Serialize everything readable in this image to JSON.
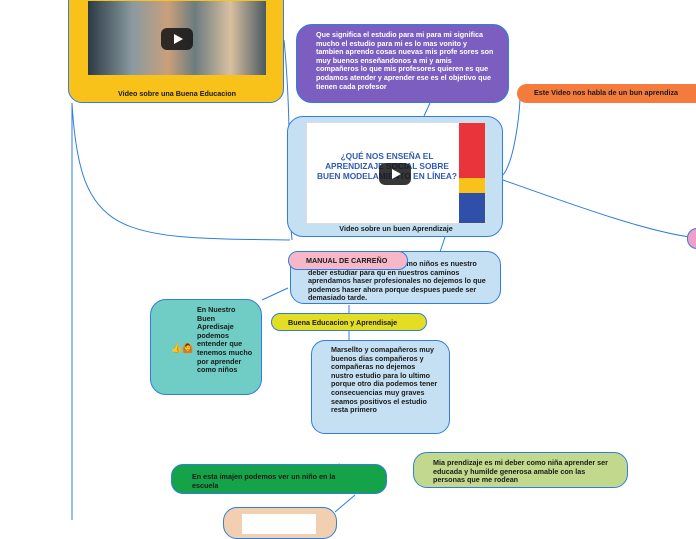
{
  "nodes": {
    "video_buena_educacion": {
      "caption": "Video sobre una Buena Educacion"
    },
    "significa": {
      "text": "Que significa el estudio para mi para mi significa mucho el  estudio para mi es lo mas vonito  y tambien aprendo cosas nuevas mis profe sores son muy buenos enseñandonos a mi y amis compañeros  lo que mis profesores quieren es que podamos atender y aprender ese es el objetivo que tienen  cada profesor"
    },
    "este_video": {
      "text": "Este Video nos habla de un  bun aprendiza"
    },
    "video_aprendizaje": {
      "caption": "Video sobre un buen Aprendizaje",
      "slide_title": "¿QUÉ NOS ENSEÑA EL APRENDIZAJE SOCIAL SOBRE BUEN MODELAMIENTO EN LÍNEA?"
    },
    "manual": {
      "label": "MANUAL DE CARREÑO",
      "text": "En este Video se muestra Como niños es nuestro  deber  estudiar para qu en nuestros caminos aprendamos haser profesionales no  dejemos lo que podemos haser ahora porque despues puede ser demasiado tarde."
    },
    "buena_educacion": {
      "label": "Buena Educacion y Aprendisaje"
    },
    "en_nuestro": {
      "emoji": "👍🙆",
      "text": "En Nuestro Buen Apredisaje podemos entender que tenemos mucho por aprender como niños"
    },
    "marcelito": {
      "text": "Marsellto y comapañeros muy buenos dias compañeros y compañeras  no dejemos nustro estudio para lo ultimo porque otro dia podemos tener consecuencias muy graves  seamos positivos el estudio resta primero"
    },
    "mia_prendizaje": {
      "text": "Mia prendizaje es  mi deber como niña aprender ser educada y humilde generosa amable con las personas que me rodean"
    },
    "imagen": {
      "text": "En esta imajen podemos ver un niño en la escuela"
    }
  },
  "colors": {
    "yellow": "#f9c21a",
    "purple": "#7b5ec0",
    "orange": "#f47b3c",
    "light_blue": "#c5e0f2",
    "blue_border": "#2f7ee0",
    "pink": "#f6b8c8",
    "yellow_pill": "#e3de24",
    "teal": "#6fcdc5",
    "green_light": "#c2d98d",
    "green_dark": "#15a34a",
    "peach": "#f2cfb0"
  }
}
